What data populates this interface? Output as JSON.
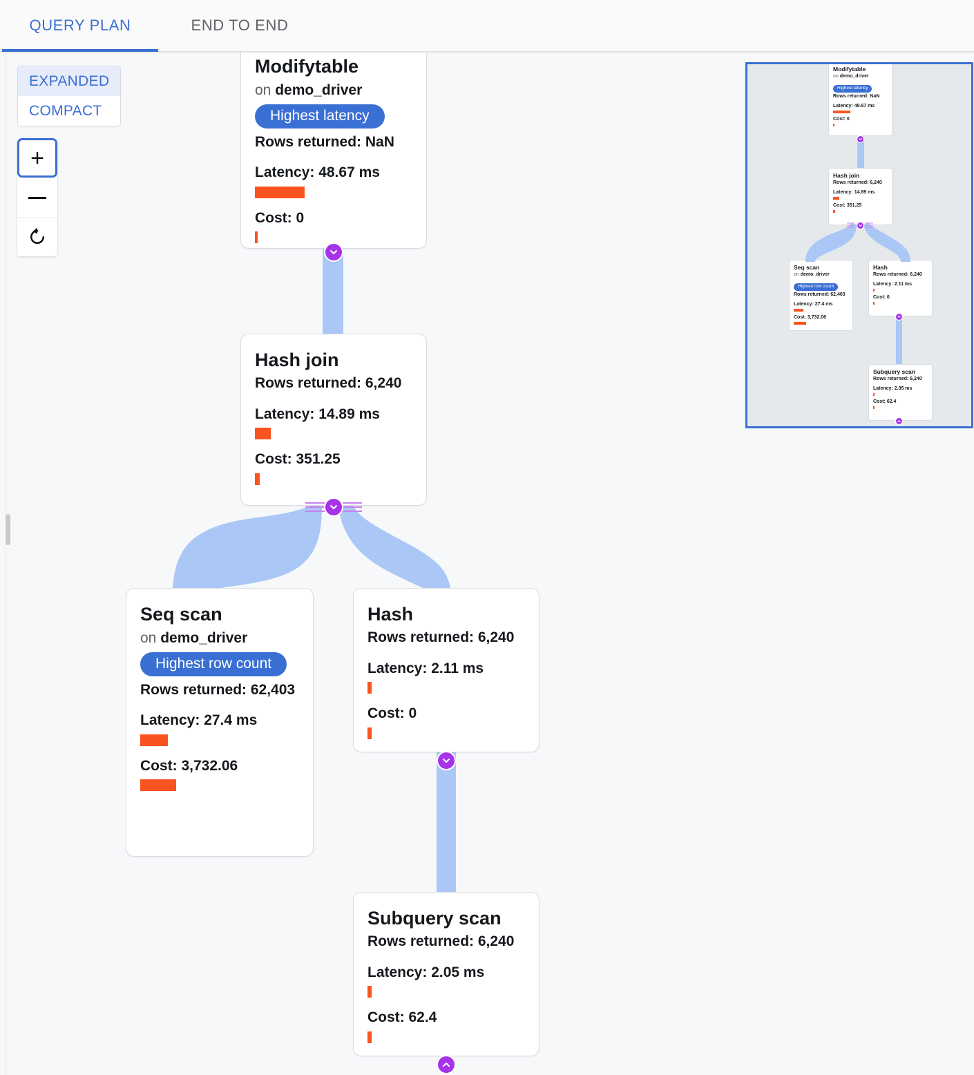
{
  "tabs": [
    {
      "label": "QUERY PLAN",
      "active": true
    },
    {
      "label": "END TO END",
      "active": false
    }
  ],
  "view_mode": {
    "options": [
      "EXPANDED",
      "COMPACT"
    ],
    "selected": "EXPANDED"
  },
  "zoom_controls": {
    "zoom_in": "+",
    "zoom_out": "−",
    "reset": "↺"
  },
  "colors": {
    "accent_blue": "#3a6fd4",
    "edge_blue": "#aac7f5",
    "bar_orange": "#f9541f",
    "chevron_purple": "#a633e8",
    "canvas_bg": "#f7f8fa",
    "minimap_bg": "#e6e9ec"
  },
  "labels": {
    "rows_prefix": "Rows returned: ",
    "latency_prefix": "Latency: ",
    "cost_prefix": "Cost: ",
    "on_prefix": "on "
  },
  "nodes": [
    {
      "id": "modifytable",
      "title": "Modifytable",
      "relation": "demo_driver",
      "on_text": "on demo_driver",
      "badge": "Highest latency",
      "rows_returned": "Rows returned: NaN",
      "latency": "Latency: 48.67 ms",
      "cost": "Cost: 0",
      "latency_bar_width": 72,
      "cost_bar_width": 4
    },
    {
      "id": "hash-join",
      "title": "Hash join",
      "relation": null,
      "on_text": null,
      "badge": null,
      "rows_returned": "Rows returned: 6,240",
      "latency": "Latency: 14.89 ms",
      "cost": "Cost: 351.25",
      "latency_bar_width": 23,
      "cost_bar_width": 7
    },
    {
      "id": "seq-scan",
      "title": "Seq scan",
      "relation": "demo_driver",
      "on_text": "on demo_driver",
      "badge": "Highest row count",
      "rows_returned": "Rows returned: 62,403",
      "latency": "Latency: 27.4 ms",
      "cost": "Cost: 3,732.06",
      "latency_bar_width": 40,
      "cost_bar_width": 52
    },
    {
      "id": "hash",
      "title": "Hash",
      "relation": null,
      "on_text": null,
      "badge": null,
      "rows_returned": "Rows returned: 6,240",
      "latency": "Latency: 2.11 ms",
      "cost": "Cost: 0",
      "latency_bar_width": 6,
      "cost_bar_width": 6
    },
    {
      "id": "subquery-scan",
      "title": "Subquery scan",
      "relation": null,
      "on_text": null,
      "badge": null,
      "rows_returned": "Rows returned: 6,240",
      "latency": "Latency: 2.05 ms",
      "cost": "Cost: 62.4",
      "latency_bar_width": 6,
      "cost_bar_width": 6
    }
  ],
  "edges": [
    {
      "from": "modifytable",
      "to": "hash-join"
    },
    {
      "from": "hash-join",
      "to": "seq-scan"
    },
    {
      "from": "hash-join",
      "to": "hash"
    },
    {
      "from": "hash",
      "to": "subquery-scan"
    }
  ],
  "minimap": {
    "present": true,
    "viewport_outlined": true
  }
}
